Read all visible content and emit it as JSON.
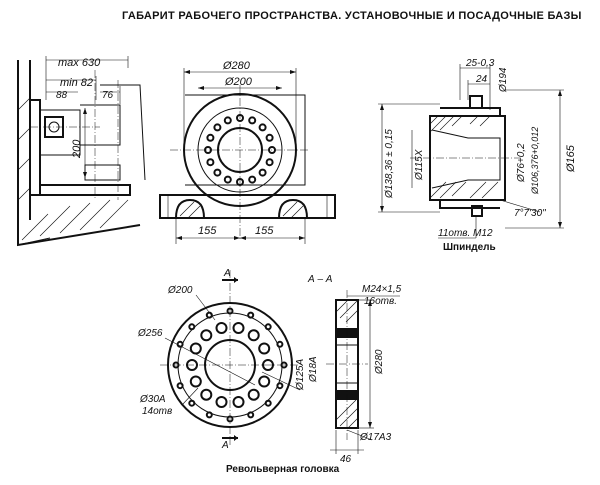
{
  "header": {
    "title": "ГАБАРИТ РАБОЧЕГО ПРОСТРАНСТВА.   УСТАНОВОЧНЫЕ И ПОСАДОЧНЫЕ БАЗЫ"
  },
  "workspace_view": {
    "dims": [
      "max 630",
      "min 82",
      "88",
      "76",
      "200"
    ]
  },
  "front_view": {
    "dims": [
      "Ø280",
      "Ø200",
      "155",
      "155"
    ]
  },
  "spindle": {
    "caption": "Шпиндель",
    "dims": [
      "25-0,3",
      "24",
      "Ø194",
      "Ø138,36 ± 0,15",
      "Ø115X",
      "Ø76+0,2",
      "Ø106,376+0,012",
      "Ø165",
      "7°7'30\"",
      "11отв. М12"
    ]
  },
  "turret": {
    "caption": "Револьверная головка",
    "section_label": "А",
    "section_title": "А – А",
    "dims": [
      "Ø200",
      "Ø256",
      "Ø30А",
      "14отв",
      "Ø125А",
      "Ø18А",
      "М24×1,5",
      "16отв.",
      "Ø280",
      "Ø17А3",
      "46"
    ]
  }
}
